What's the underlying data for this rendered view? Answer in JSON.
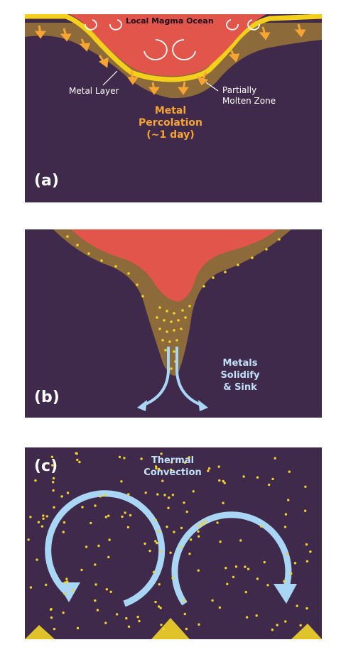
{
  "colors": {
    "background": "#3f2a4b",
    "magma": "#e2554a",
    "partially_molten": "#8c6a3a",
    "metal": "#f5d01a",
    "orange_arrow": "#f7a433",
    "convection": "#a9d6f5",
    "dots": "#f2d328"
  },
  "panel_a": {
    "letter": "(a)",
    "magma_label": "Local Magma Ocean",
    "metal_layer_label": "Metal Layer",
    "molten_zone_line1": "Partially",
    "molten_zone_line2": "Molten Zone",
    "percolation_line1": "Metal",
    "percolation_line2": "Percolation",
    "percolation_line3": "(~1 day)"
  },
  "panel_b": {
    "letter": "(b)",
    "sink_line1": "Metals",
    "sink_line2": "Solidify",
    "sink_line3": "& Sink"
  },
  "panel_c": {
    "letter": "(c)",
    "convection_line1": "Thermal",
    "convection_line2": "Convection"
  }
}
